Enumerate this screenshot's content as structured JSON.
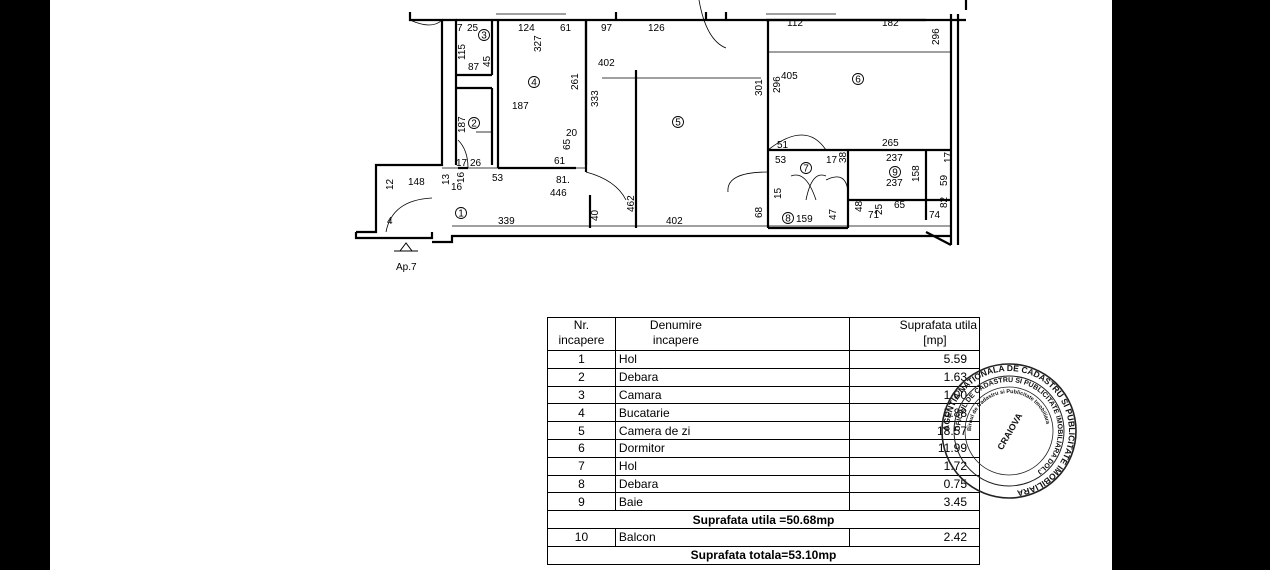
{
  "plan": {
    "apartment_label": "Ap.7",
    "room_numbers": [
      "1",
      "2",
      "3",
      "4",
      "5",
      "6",
      "7",
      "8",
      "9"
    ],
    "dimensions": {
      "d7": "7",
      "d25": "25",
      "d124": "124",
      "d61a": "61",
      "d97": "97",
      "d126": "126",
      "d112": "112",
      "d182": "182",
      "d296a": "296",
      "d115": "115",
      "d327": "327",
      "d45": "45",
      "d87": "87",
      "d405": "405",
      "d402a": "402",
      "d261": "261",
      "d187a": "187",
      "d333": "333",
      "d301": "301",
      "d296b": "296",
      "d187b": "187",
      "d20": "20",
      "d65": "65",
      "d51": "51",
      "d265": "265",
      "d17a": "17",
      "d26": "26",
      "d61b": "61",
      "d53a": "53",
      "d17b": "17",
      "d38": "38",
      "d237a": "237",
      "d17c": "17",
      "d12": "12",
      "d148": "148",
      "d13": "13",
      "d16a": "16",
      "d16b": "16",
      "d53b": "53",
      "d81": "81.",
      "d158": "158",
      "d237b": "237",
      "d59": "59",
      "d446": "446",
      "d15": "15",
      "d82": "82",
      "d462": "462",
      "d48": "48",
      "d71": "71",
      "d25b": "25",
      "d65b": "65",
      "d74": "74",
      "d4": "4",
      "d339": "339",
      "d40": "40",
      "d402b": "402",
      "d68": "68",
      "d159": "159",
      "d47": "47"
    }
  },
  "table": {
    "header": {
      "col1": [
        "Nr.",
        "incapere"
      ],
      "col2": [
        "Denumire",
        "incapere"
      ],
      "col3": [
        "Suprafata utila",
        "[mp]"
      ]
    },
    "rows": [
      {
        "nr": "1",
        "name": "Hol",
        "area": "5.59"
      },
      {
        "nr": "2",
        "name": "Debara",
        "area": "1.63"
      },
      {
        "nr": "3",
        "name": "Camara",
        "area": "1.00"
      },
      {
        "nr": "4",
        "name": "Bucatarie",
        "area": "5.88"
      },
      {
        "nr": "5",
        "name": "Camera de zi",
        "area": "18.57"
      },
      {
        "nr": "6",
        "name": "Dormitor",
        "area": "11.99"
      },
      {
        "nr": "7",
        "name": "Hol",
        "area": "1.72"
      },
      {
        "nr": "8",
        "name": "Debara",
        "area": "0.75"
      },
      {
        "nr": "9",
        "name": "Baie",
        "area": "3.45"
      }
    ],
    "useful_total": "Suprafata utila =50.68mp",
    "balcony": {
      "nr": "10",
      "name": "Balcon",
      "area": "2.42"
    },
    "grand_total": "Suprafata totala=53.10mp"
  },
  "stamp": {
    "outer_text": "AGENTIA NATIONALA DE CADASTRU SI PUBLICITATE IMOBILIARA",
    "middle_text": "OFICIUL DE CADASTRU SI PUBLICITATE IMOBILIARA DOLJ",
    "inner_text": "Biroul de Cadastru si Publicitate Imobiliara",
    "center_text": "CRAIOVA"
  }
}
